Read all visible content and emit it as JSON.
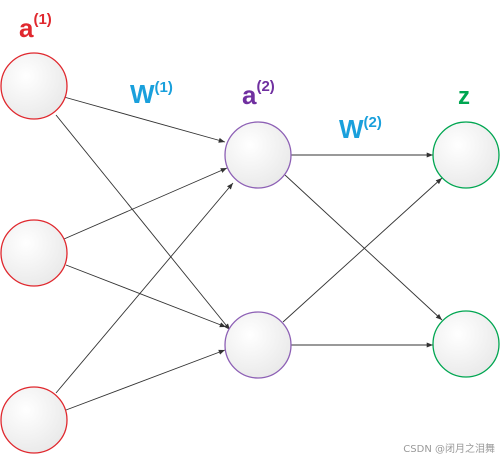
{
  "colors": {
    "input": "#e0282e",
    "hidden": "#7030a0",
    "output": "#00a651",
    "weight": "#1aa0dc",
    "edge": "#333333",
    "watermark": "#9a9a9a"
  },
  "labels": {
    "a1": {
      "base": "a",
      "sup": "(1)"
    },
    "w1": {
      "base": "W",
      "sup": "(1)"
    },
    "a2": {
      "base": "a",
      "sup": "(2)"
    },
    "w2": {
      "base": "W",
      "sup": "(2)"
    },
    "z": {
      "base": "z"
    }
  },
  "watermark": "CSDN @闭月之泪舞"
}
